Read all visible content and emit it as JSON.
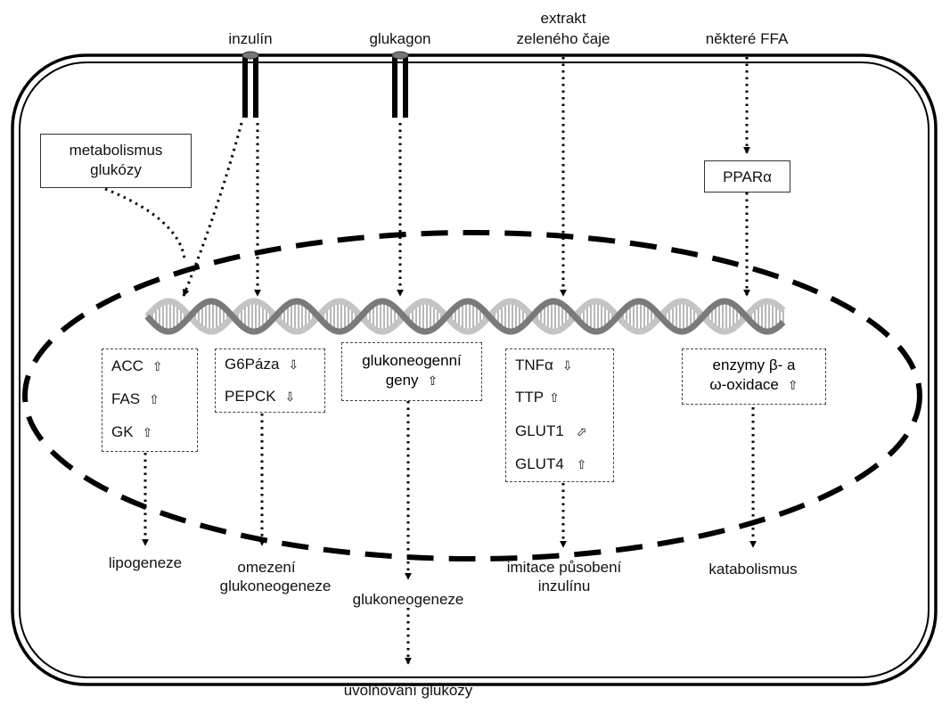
{
  "signals": {
    "insulin": "inzulín",
    "glucagon": "glukagon",
    "green_tea": [
      "extrakt",
      "zeleného čaje"
    ],
    "ffa": "některé FFA"
  },
  "cytoplasm": {
    "glucose_metabolism": [
      "metabolismus",
      "glukózy"
    ],
    "ppara": "PPARα"
  },
  "gene_groups": {
    "lipogenic": [
      {
        "gene": "ACC",
        "arrow": "⇧"
      },
      {
        "gene": "FAS",
        "arrow": "⇧"
      },
      {
        "gene": "GK",
        "arrow": "⇧"
      }
    ],
    "g6pase_pepck": [
      {
        "gene": "G6Páza",
        "arrow": "⇩"
      },
      {
        "gene": "PEPCK",
        "arrow": "⇩"
      }
    ],
    "gluconeogenic": {
      "line1": "glukoneogenní",
      "line2": "geny",
      "arrow": "⇧"
    },
    "insulin_mimetic": [
      {
        "gene": "TNFα",
        "arrow": "⇩"
      },
      {
        "gene": "TTP",
        "arrow": "⇧"
      },
      {
        "gene": "GLUT1",
        "arrow": "⬀"
      },
      {
        "gene": "GLUT4",
        "arrow": "⇧"
      }
    ],
    "oxidation": {
      "line1": "enzymy β- a",
      "line2": "ω-oxidace",
      "arrow": "⇧"
    }
  },
  "outcomes": {
    "lipogenesis": "lipogeneze",
    "limited_gng": [
      "omezení",
      "glukoneogeneze"
    ],
    "gng": "glukoneogeneze",
    "insulin_mimic": [
      "imitace působení",
      "inzulínu"
    ],
    "catabolism": "katabolismus",
    "glucose_release": "uvolňování glukózy"
  },
  "colors": {
    "line": "#000000",
    "strand_dark": "#7a7a7a",
    "strand_light": "#c4c4c4",
    "rung": "#9a9a9a",
    "receptor_cap": "#777777"
  }
}
